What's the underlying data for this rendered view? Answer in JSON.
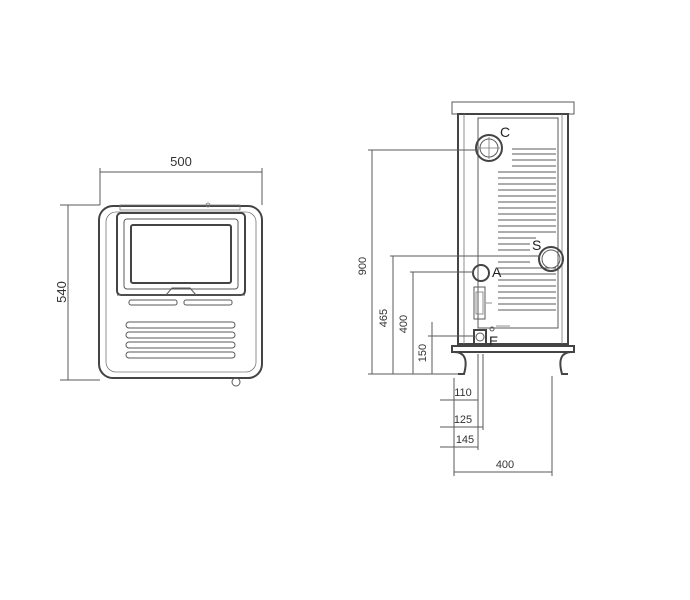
{
  "front_view": {
    "width_label": "500",
    "depth_label": "540"
  },
  "back_view": {
    "height_labels": {
      "total": "900",
      "s_height": "465",
      "a_height": "400",
      "e_height": "150"
    },
    "offset_labels": {
      "a": "110",
      "b": "125",
      "c": "145",
      "width": "400"
    },
    "connections": {
      "c": "C",
      "s": "S",
      "a": "A",
      "e": "E"
    }
  },
  "colors": {
    "line": "#5a5a5a",
    "text": "#333333"
  }
}
